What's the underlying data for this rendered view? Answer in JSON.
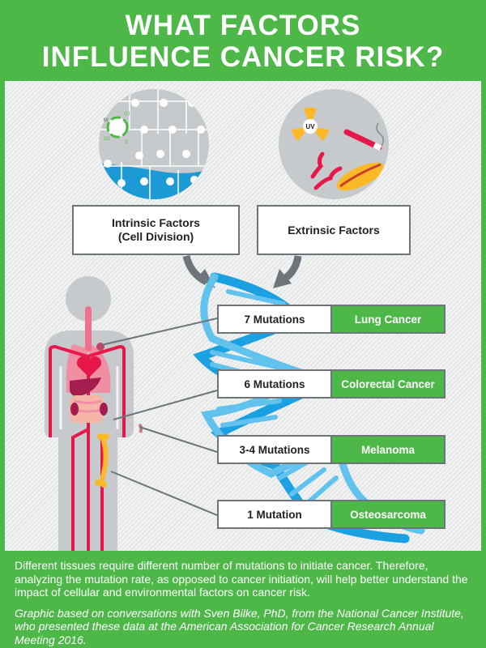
{
  "header": {
    "title_line1": "WHAT FACTORS",
    "title_line2": "INFLUENCE CANCER RISK?"
  },
  "colors": {
    "brand_green": "#4db848",
    "box_border": "#6d747a",
    "dna_blue": "#1ba1e2",
    "artery_red": "#e8174a",
    "bone_yellow": "#fbb928"
  },
  "illustrations": {
    "cell_circle": {
      "labels": [
        "M",
        "G1",
        "S",
        "G2"
      ]
    },
    "environment_circle": {
      "uv_label": "UV",
      "items": [
        "radiation-icon",
        "cigarette-icon",
        "bacon-icon",
        "hotdog-icon"
      ]
    }
  },
  "factors": {
    "intrinsic_line1": "Intrinsic Factors",
    "intrinsic_line2": "(Cell Division)",
    "extrinsic": "Extrinsic Factors"
  },
  "mutations": [
    {
      "count": "7 Mutations",
      "cancer": "Lung Cancer"
    },
    {
      "count": "6 Mutations",
      "cancer": "Colorectal Cancer"
    },
    {
      "count": "3-4 Mutations",
      "cancer": "Melanoma"
    },
    {
      "count": "1 Mutation",
      "cancer": "Osteosarcoma"
    }
  ],
  "footer": {
    "paragraph": "Different tissues require different number of mutations to initiate cancer. Therefore, analyzing the mutation rate, as opposed to cancer initiation, will help better understand the impact of cellular and environmental factors on cancer risk.",
    "credit": "Graphic based on conversations with Sven Bilke, PhD, from the National Cancer Institute, who presented these data at the American Association for Cancer Research Annual Meeting 2016."
  }
}
